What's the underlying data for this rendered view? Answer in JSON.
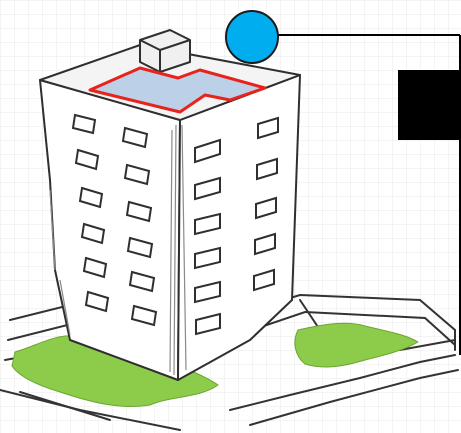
{
  "illustration": {
    "subject": "sketched-high-rise-building",
    "colors": {
      "sketch_line": "#2f2f2f",
      "sketch_shade": "#8a8a8a",
      "paper": "#ffffff",
      "grid": "#e6e6e6",
      "roof_highlight_fill": "#bcd0e8",
      "roof_highlight_outline": "#e8231b",
      "marker_fill": "#00aeef",
      "marker_outline": "#1b1b1b",
      "callout_box": "#000000",
      "leader_line": "#000000",
      "lawn": "#8ccc4a"
    },
    "icons": {
      "marker": "location-dot-icon",
      "roof_area": "highlighted-roof-polygon",
      "callout": "black-callout-box"
    }
  }
}
